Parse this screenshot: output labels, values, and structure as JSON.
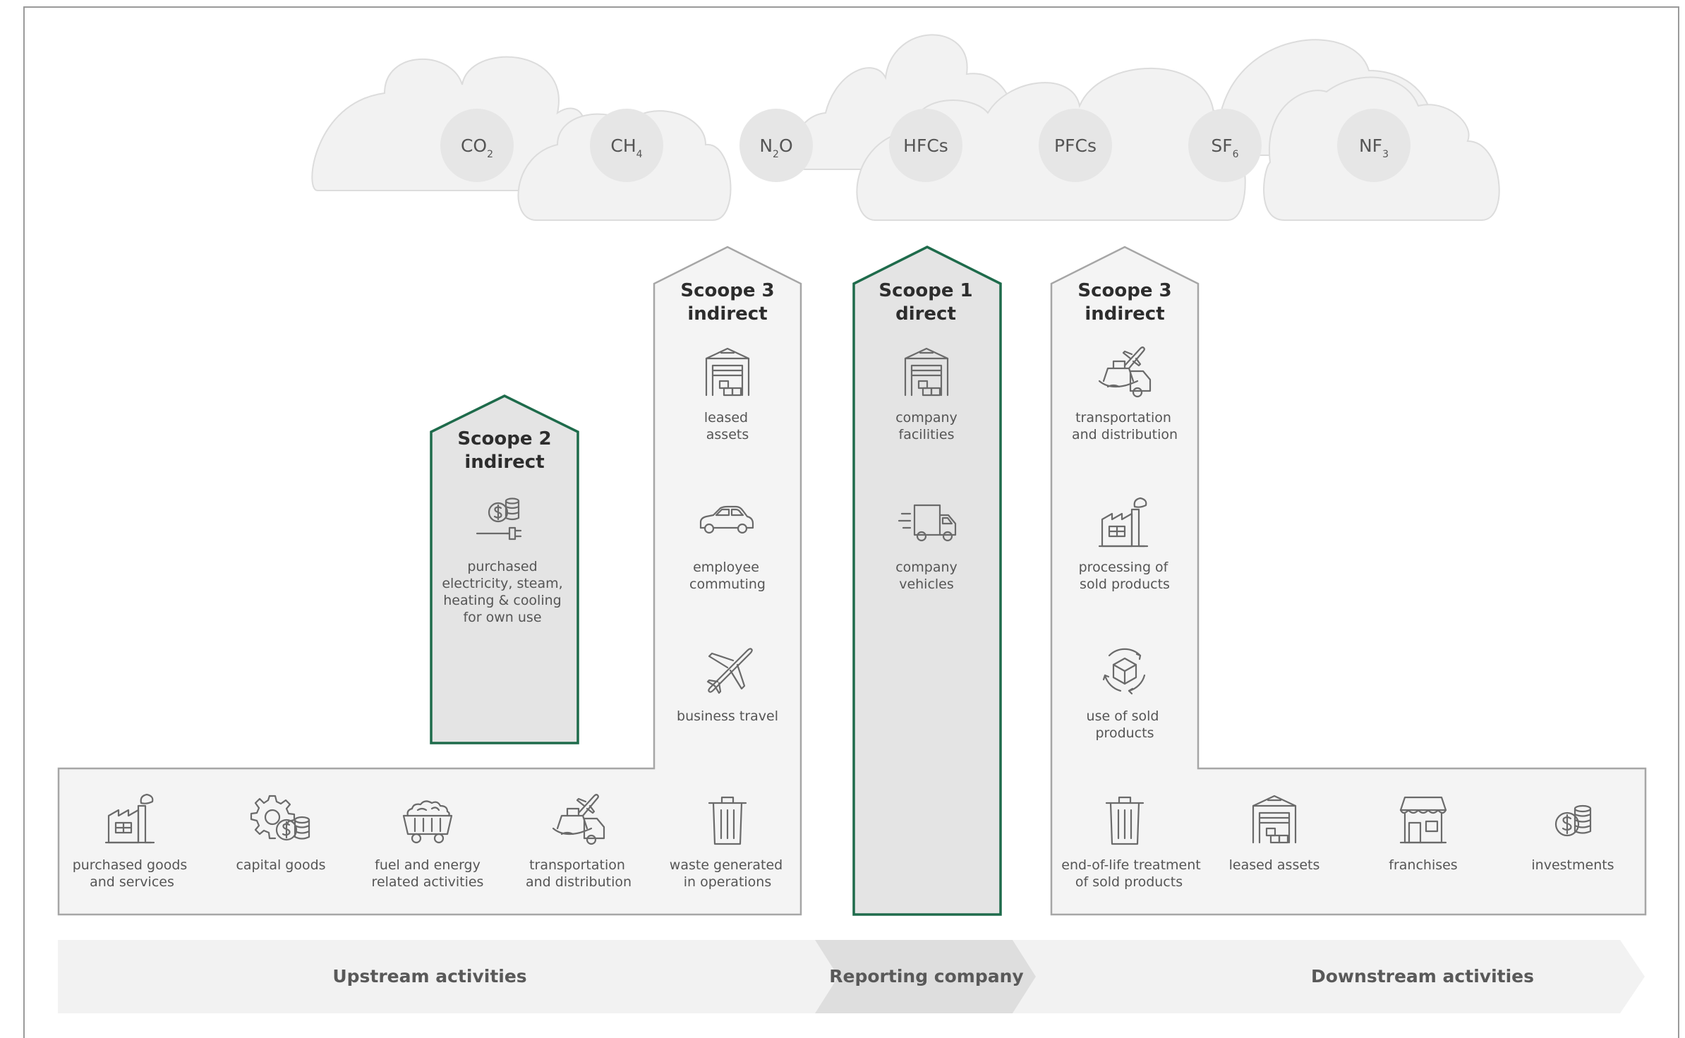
{
  "colors": {
    "scope_highlight": "#1e6b4b",
    "panel_stroke": "#a6a6a6",
    "panel_fill": "#f4f4f4",
    "highlight_fill": "#e4e4e4",
    "cloud_fill": "#f2f2f2"
  },
  "gases": [
    {
      "base": "CO",
      "sub": "2"
    },
    {
      "base": "CH",
      "sub": "4"
    },
    {
      "base": "N",
      "sub": "2",
      "suffix": "O"
    },
    {
      "base": "HFCs"
    },
    {
      "base": "PFCs"
    },
    {
      "base": "SF",
      "sub": "6"
    },
    {
      "base": "NF",
      "sub": "3"
    }
  ],
  "scopes": {
    "scope3_up": {
      "line1": "Scoope 3",
      "line2": "indirect"
    },
    "scope1": {
      "line1": "Scoope 1",
      "line2": "direct"
    },
    "scope3_down": {
      "line1": "Scoope 3",
      "line2": "indirect"
    },
    "scope2": {
      "line1": "Scoope 2",
      "line2": "indirect"
    }
  },
  "items": {
    "scope2_electricity": {
      "icon": "electricity-coins-icon",
      "lines": [
        "purchased",
        "electricity, steam,",
        "heating & cooling",
        "for own use"
      ]
    },
    "leased_assets_up": {
      "icon": "warehouse-icon",
      "lines": [
        "leased",
        "assets"
      ]
    },
    "employee_commuting": {
      "icon": "car-icon",
      "lines": [
        "employee",
        "commuting"
      ]
    },
    "business_travel": {
      "icon": "airplane-icon",
      "lines": [
        "business travel"
      ]
    },
    "company_facilities": {
      "icon": "warehouse-icon",
      "lines": [
        "company",
        "facilities"
      ]
    },
    "company_vehicles": {
      "icon": "truck-icon",
      "lines": [
        "company",
        "vehicles"
      ]
    },
    "transport_down": {
      "icon": "transport-icon",
      "lines": [
        "transportation",
        "and distribution"
      ]
    },
    "processing": {
      "icon": "factory-icon",
      "lines": [
        "processing of",
        "sold products"
      ]
    },
    "use_of_sold": {
      "icon": "box-cycle-icon",
      "lines": [
        "use of sold",
        "products"
      ]
    },
    "purchased_goods": {
      "icon": "factory-icon",
      "lines": [
        "purchased goods",
        "and services"
      ]
    },
    "capital_goods": {
      "icon": "gear-coins-icon",
      "lines": [
        "capital goods"
      ]
    },
    "fuel_energy": {
      "icon": "coal-cart-icon",
      "lines": [
        "fuel and energy",
        "related activities"
      ]
    },
    "transport_up": {
      "icon": "transport-icon",
      "lines": [
        "transportation",
        "and distribution"
      ]
    },
    "waste": {
      "icon": "trash-icon",
      "lines": [
        "waste generated",
        "in operations"
      ]
    },
    "end_of_life": {
      "icon": "trash-icon",
      "lines": [
        "end-of-life treatment",
        "of sold products"
      ]
    },
    "leased_assets_down": {
      "icon": "warehouse-icon",
      "lines": [
        "leased assets"
      ]
    },
    "franchises": {
      "icon": "storefront-icon",
      "lines": [
        "franchises"
      ]
    },
    "investments": {
      "icon": "coins-icon",
      "lines": [
        "investments"
      ]
    }
  },
  "bands": {
    "upstream": "Upstream activities",
    "reporting": "Reporting company",
    "downstream": "Downstream activities"
  }
}
